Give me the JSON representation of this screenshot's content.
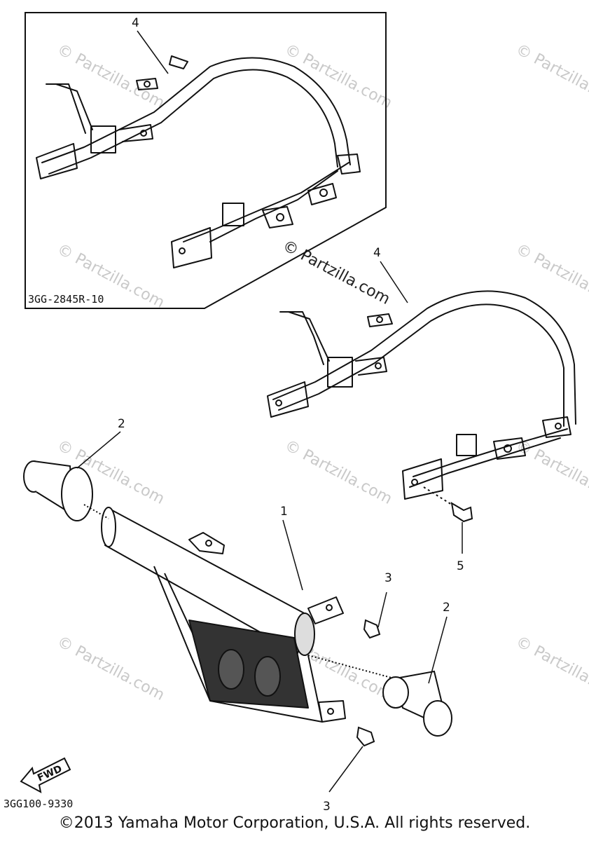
{
  "diagram": {
    "callouts": {
      "part_1": "1",
      "part_2_left": "2",
      "part_2_right": "2",
      "part_3_upper": "3",
      "part_3_lower": "3",
      "part_4_inset": "4",
      "part_4_main": "4",
      "part_5": "5"
    },
    "inset_code": "3GG-2845R-10",
    "figure_code": "3GG100-9330",
    "fwd_label": "FWD",
    "watermark": "© Partzilla.com",
    "copyright": "©2013  Yamaha Motor Corporation, U.S.A. All rights reserved."
  }
}
